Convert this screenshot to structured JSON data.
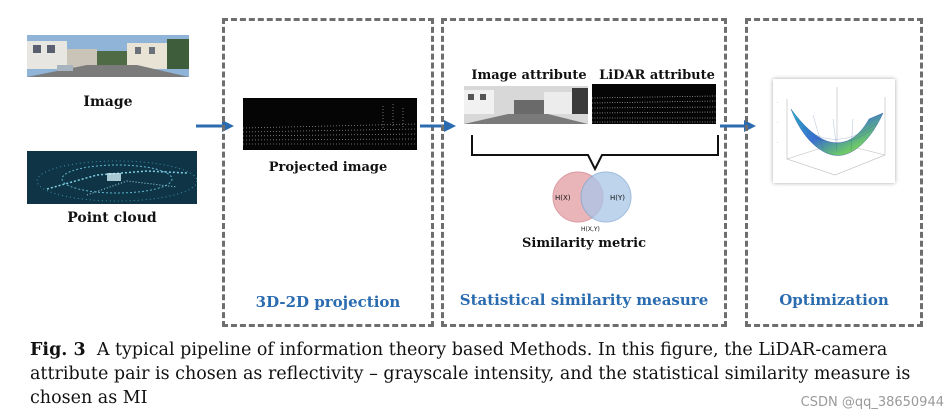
{
  "inputs": {
    "image_label": "Image",
    "point_cloud_label": "Point cloud"
  },
  "projection": {
    "stage_title": "3D-2D projection",
    "projected_label": "Projected image"
  },
  "similarity": {
    "stage_title": "Statistical similarity measure",
    "image_attr_label": "Image attribute",
    "lidar_attr_label": "LiDAR attribute",
    "metric_label": "Similarity metric",
    "venn": {
      "left_label": "H(X)",
      "right_label": "H(Y)",
      "joint_label": "H(X,Y)"
    }
  },
  "optimization": {
    "stage_title": "Optimization"
  },
  "caption": {
    "prefix": "Fig. 3",
    "text": "A typical pipeline of information theory based Methods. In this figure, the LiDAR-camera attribute pair is chosen as reflectivity – grayscale intensity, and the statistical similarity measure is chosen as MI"
  },
  "watermark": "CSDN @qq_38650944",
  "colors": {
    "accent": "#2b6cb0",
    "dash_border": "#6e6e6e",
    "venn_left": "#e6a3a8",
    "venn_right": "#a9c6e8"
  }
}
